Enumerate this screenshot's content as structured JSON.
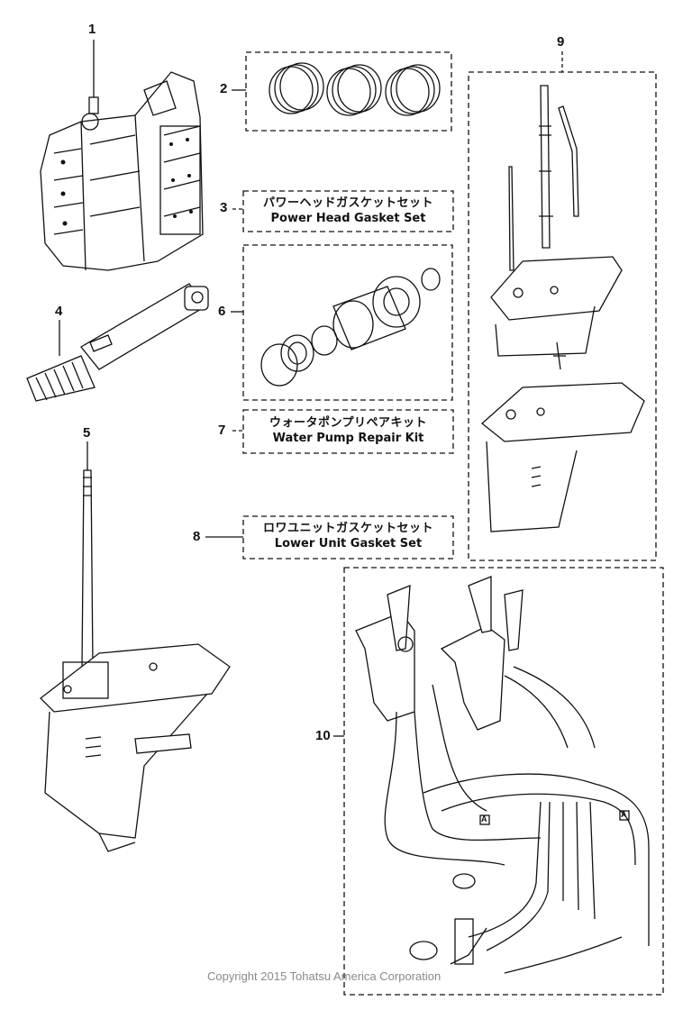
{
  "callouts": [
    "1",
    "2",
    "3",
    "4",
    "5",
    "6",
    "7",
    "8",
    "9",
    "10"
  ],
  "labels": {
    "power_head_gasket": {
      "jp": "パワーヘッドガスケットセット",
      "en": "Power Head Gasket Set"
    },
    "water_pump_kit": {
      "jp": "ウォータポンプリペアキット",
      "en": "Water Pump Repair Kit"
    },
    "lower_unit_gasket": {
      "jp": "ロワユニットガスケットセット",
      "en": "Lower Unit Gasket Set"
    }
  },
  "harness_marks": [
    "A",
    "A"
  ],
  "copyright": "Copyright 2015 Tohatsu America Corporation"
}
